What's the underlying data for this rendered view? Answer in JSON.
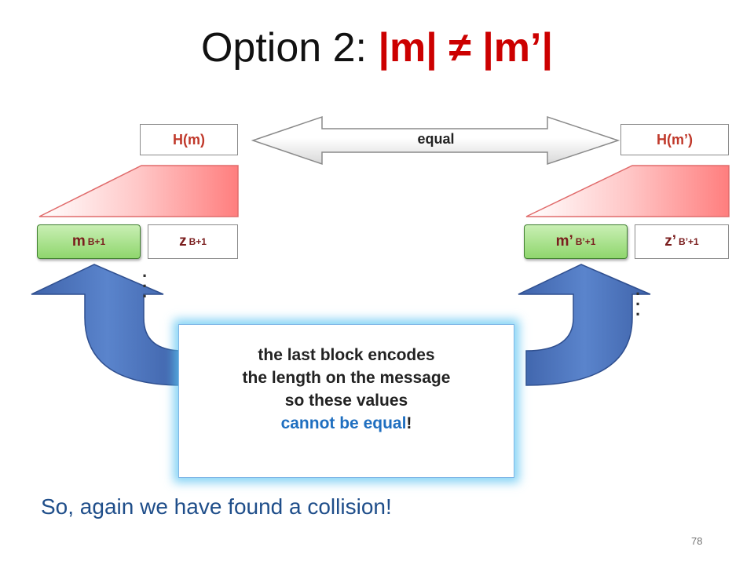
{
  "title": {
    "prefix": "Option 2: ",
    "accent": "|m| ≠ |m’|"
  },
  "left": {
    "hash_label": "H(m)",
    "m_base": "m",
    "m_sub": "B+1",
    "z_base": "z",
    "z_sub": "B+1"
  },
  "right": {
    "hash_label": "H(m’)",
    "m_base": "m’",
    "m_sub": "B’+1",
    "z_base": "z’",
    "z_sub": "B’+1"
  },
  "arrow_label": "equal",
  "callout": {
    "line1": "the last block encodes",
    "line2": "the length on the message",
    "line3": "so these values",
    "line4_blue": "cannot be equal",
    "line4_end": "!"
  },
  "conclusion": "So, again we have found a collision!",
  "page_number": "78",
  "colors": {
    "accent": "#cc0000",
    "conclusion": "#1f4e8a",
    "callout_blue": "#1f6fc0",
    "arrow_fill": "#4a72b8",
    "callout_glow": "#5cc4f2"
  }
}
